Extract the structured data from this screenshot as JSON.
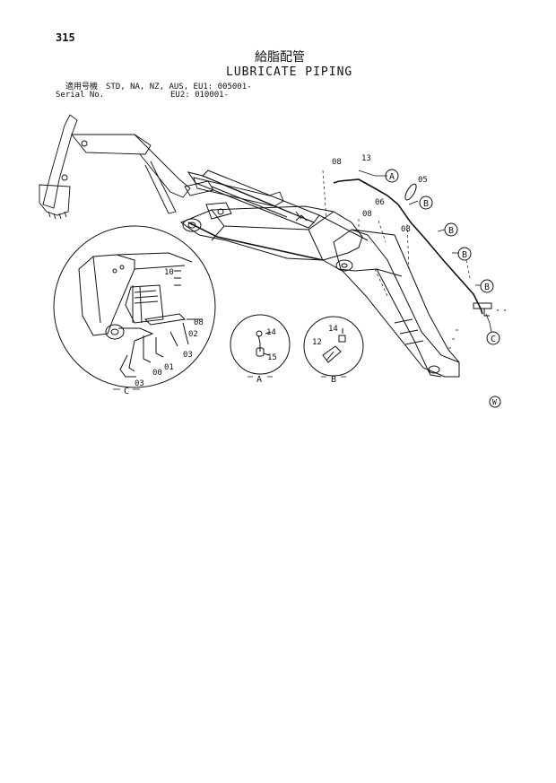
{
  "page_number": "315",
  "title_jp": "給脂配管",
  "title_en": "LUBRICATE PIPING",
  "applicability": {
    "label_jp": "適用号機",
    "label_en": "Serial No.",
    "line1": "STD, NA, NZ, AUS, EU1: 005001-",
    "line2": "EU2: 010001-"
  },
  "callouts": {
    "p00": "00",
    "p01": "01",
    "p02": "02",
    "p03": "03",
    "p05": "05",
    "p06": "06",
    "p08": "08",
    "p10": "10",
    "p12": "12",
    "p13": "13",
    "p14": "14",
    "p15": "15"
  },
  "views": {
    "a": "A",
    "b": "B",
    "c": "C"
  },
  "mark": "W"
}
